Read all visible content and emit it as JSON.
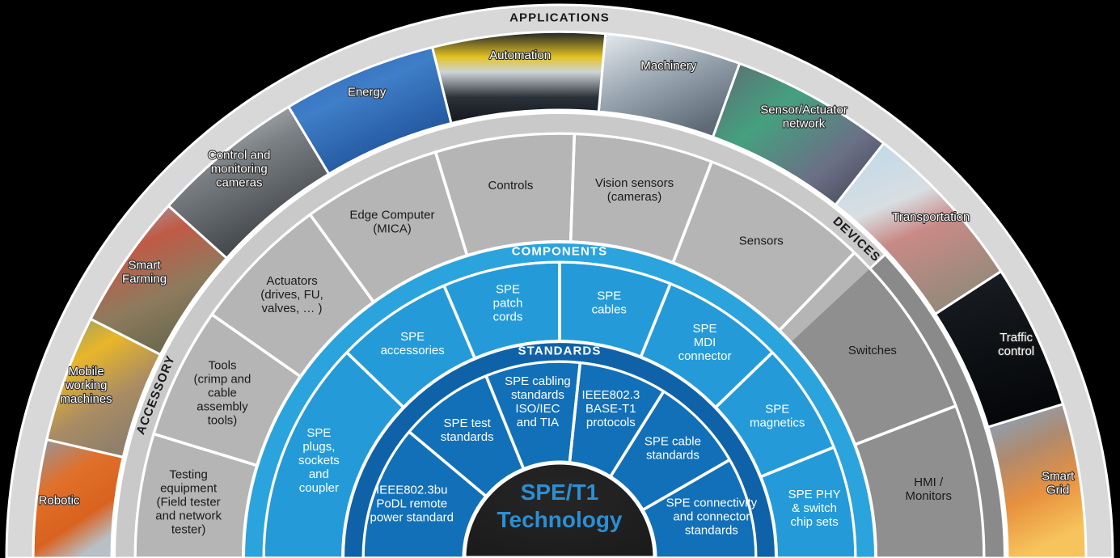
{
  "figure": {
    "title": "SPE/T1 Technology concentric ring infographic",
    "hub": {
      "line1": "SPE/T1",
      "line2": "Technology"
    },
    "colors": {
      "hub_bg": "#1f1f1f",
      "hub_text": "#2b8fd4",
      "standards_fill": "#1270b8",
      "standards_band": "#0f62a8",
      "components_fill": "#249bd8",
      "components_band": "#2ba3dd",
      "devices_fill": "#b5b5b5",
      "devices_band": "#c9c9c9",
      "accessory_fill": "#8f8f8f",
      "accessory_band": "#8a8a8a",
      "applications_band": "#d8d8d8",
      "divider": "#ffffff",
      "label_dark": "#1a1a1a",
      "label_light": "#ffffff"
    }
  },
  "rings": [
    {
      "id": "standards",
      "band_label": "STANDARDS",
      "band_label_color": "#ffffff",
      "text_color": "#ffffff",
      "segments": [
        "SPE PHY\n& switch\nchip sets",
        "SPE connectivity\nand connector\nstandards",
        "SPE cable\nstandards",
        "IEEE802.3\nBASE-T1\nprotocols",
        "SPE cabling\nstandards\nISO/IEC\nand TIA",
        "SPE test\nstandards",
        "IEEE802.3bu\nPoDL remote\npower standard"
      ]
    },
    {
      "id": "components",
      "band_label": "COMPONENTS",
      "band_label_color": "#ffffff",
      "text_color": "#ffffff",
      "segments": [
        "SPE PHY\n& switch\nchip sets",
        "SPE\nmagnetics",
        "SPE\nMDI\nconnector",
        "SPE\ncables",
        "SPE\npatch\ncords",
        "SPE\naccessories",
        "SPE\nplugs,\nsockets\nand\ncoupler"
      ]
    },
    {
      "id": "devices",
      "band_label": "DEVICES",
      "band_label_color": "#1a1a1a",
      "text_color": "#1a1a1a",
      "segments": [
        "HMI /\nMonitors",
        "Switches",
        "Sensors",
        "Vision sensors\n(cameras)",
        "Controls",
        "Edge Computer\n(MICA)",
        "Actuators\n(drives, FU,\nvalves, … )",
        "Tools\n(crimp and\ncable\nassembly\ntools)",
        "Testing\nequipment\n(Field tester\nand network\ntester)"
      ]
    },
    {
      "id": "accessory",
      "band_label": "ACCESSORY",
      "band_label_color": "#1a1a1a",
      "text_color": "#1a1a1a",
      "segments": []
    },
    {
      "id": "applications",
      "band_label": "APPLICATIONS",
      "band_label_color": "#1a1a1a",
      "text_color": "#ffffff",
      "segments": [
        "Smart\nGrid",
        "Traffic\ncontrol",
        "Transportation",
        "Sensor/Actuator\nnetwork",
        "Machinery",
        "Automation",
        "Energy",
        "Control and\nmonitoring\ncameras",
        "Smart\nFarming",
        "Mobile\nworking\nmachines",
        "Robotic"
      ]
    }
  ],
  "standards_ring": {
    "items": [
      {
        "label": "SPE connectivity\nand connector\nstandards"
      },
      {
        "label": "SPE cable\nstandards"
      },
      {
        "label": "IEEE802.3\nBASE-T1\nprotocols"
      },
      {
        "label": "SPE cabling\nstandards\nISO/IEC\nand TIA"
      },
      {
        "label": "SPE test\nstandards"
      },
      {
        "label": "IEEE802.3bu\nPoDL remote\npower standard"
      }
    ]
  },
  "components_ring": {
    "items": [
      {
        "label": "SPE PHY\n& switch\nchip sets"
      },
      {
        "label": "SPE\nmagnetics"
      },
      {
        "label": "SPE\nMDI\nconnector"
      },
      {
        "label": "SPE\ncables"
      },
      {
        "label": "SPE\npatch\ncords"
      },
      {
        "label": "SPE\naccessories"
      },
      {
        "label": "SPE\nplugs,\nsockets\nand\ncoupler"
      }
    ]
  },
  "devices_ring": {
    "items": [
      {
        "label": "HMI /\nMonitors"
      },
      {
        "label": "Switches"
      },
      {
        "label": "Sensors"
      },
      {
        "label": "Vision sensors\n(cameras)"
      },
      {
        "label": "Controls"
      },
      {
        "label": "Edge Computer\n(MICA)"
      },
      {
        "label": "Actuators\n(drives, FU,\nvalves, … )"
      },
      {
        "label": "Tools\n(crimp and\ncable\nassembly\ntools)"
      },
      {
        "label": "Testing\nequipment\n(Field tester\nand network\ntester)"
      }
    ]
  },
  "applications_ring": {
    "items": [
      {
        "label": "Smart\nGrid",
        "theme": "power-lines-sunset"
      },
      {
        "label": "Traffic\ncontrol",
        "theme": "highway-speed-sign-100"
      },
      {
        "label": "Transportation",
        "theme": "high-speed-train"
      },
      {
        "label": "Sensor/Actuator\nnetwork",
        "theme": "industrial-connectors"
      },
      {
        "label": "Machinery",
        "theme": "gears-bearings"
      },
      {
        "label": "Automation",
        "theme": "factory-control-cabinets"
      },
      {
        "label": "Energy",
        "theme": "solar-panels-wind-turbine"
      },
      {
        "label": "Control and\nmonitoring\ncameras",
        "theme": "security-camera"
      },
      {
        "label": "Smart\nFarming",
        "theme": "red-tractor-field"
      },
      {
        "label": "Mobile\nworking\nmachines",
        "theme": "yellow-excavator"
      },
      {
        "label": "Robotic",
        "theme": "orange-robot-arm"
      }
    ]
  }
}
